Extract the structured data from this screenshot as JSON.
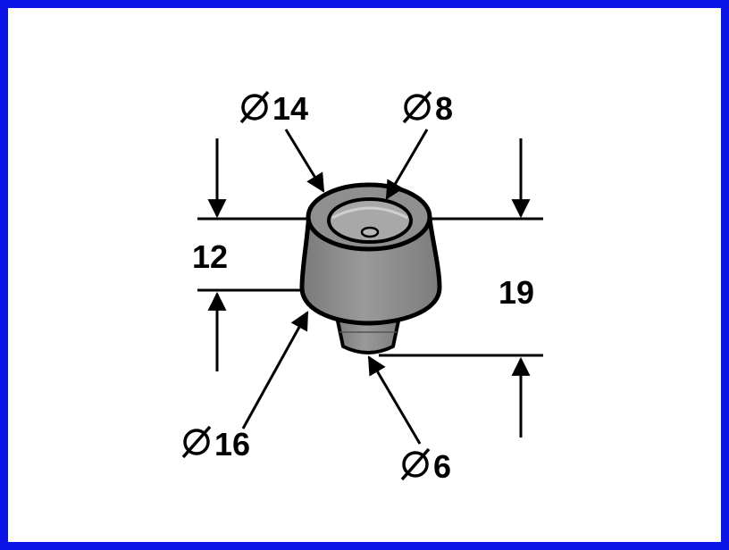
{
  "colors": {
    "frame_border": "#0a14e6",
    "background": "#ffffff",
    "part_fill": "#8c8c8c",
    "line": "#000000"
  },
  "icons": {
    "diameter_symbol": "diameter-icon"
  },
  "dimensions": {
    "top_outer_diameter": "14",
    "top_inner_diameter": "8",
    "body_height": "12",
    "total_height": "19",
    "bottom_outer_diameter": "16",
    "pin_diameter": "6"
  }
}
